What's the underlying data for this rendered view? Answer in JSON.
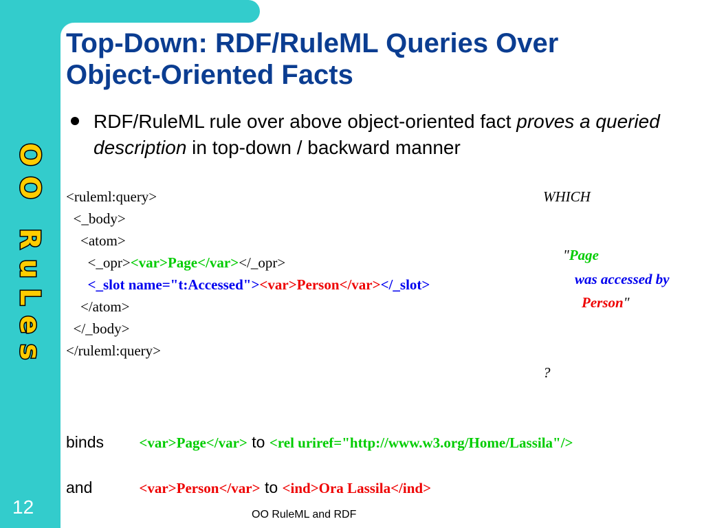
{
  "slide": {
    "page_number": "12",
    "footer": "OO RuleML and RDF",
    "side_title": "OO RuLes",
    "title_line1": "Top-Down: RDF/RuleML Queries Over",
    "title_line2": "Object-Oriented Facts",
    "bullet": {
      "text_before": "RDF/RuleML rule over above object-oriented fact ",
      "text_italic": "proves a queried description",
      "text_after": " in top-down / backward manner"
    }
  },
  "code": {
    "l1": "<ruleml:query>",
    "l2": "  <_body>",
    "l3": "    <atom>",
    "l4_open": "      <_opr>",
    "l4_var": "<var>Page</var>",
    "l4_close": "</_opr>",
    "l5_open": "      <_slot name=\"t:Accessed\">",
    "l5_var": "<var>Person</var>",
    "l5_close": "</_slot>",
    "l6": "    </atom>",
    "l7": "  </_body>",
    "l8": "</ruleml:query>"
  },
  "gloss": {
    "which": "WHICH",
    "quote_open": "\"",
    "page": "Page",
    "accessed_by": "was accessed by",
    "person": "Person",
    "quote_close": "\"",
    "question": "?"
  },
  "bindings": {
    "row1_word": "binds",
    "row1_var": "<var>Page</var>",
    "row1_to": "to",
    "row1_value": "<rel uriref=\"http://www.w3.org/Home/Lassila\"/>",
    "row2_word": "and",
    "row2_var": "<var>Person</var>",
    "row2_to": "to",
    "row2_value": "<ind>Ora Lassila</ind>"
  },
  "colors": {
    "sidebar": "#33cccc",
    "title": "#0b3d91",
    "green": "#00cc00",
    "blue": "#0000ee",
    "red": "#ee0000",
    "side_letters": "#ffcc00"
  }
}
